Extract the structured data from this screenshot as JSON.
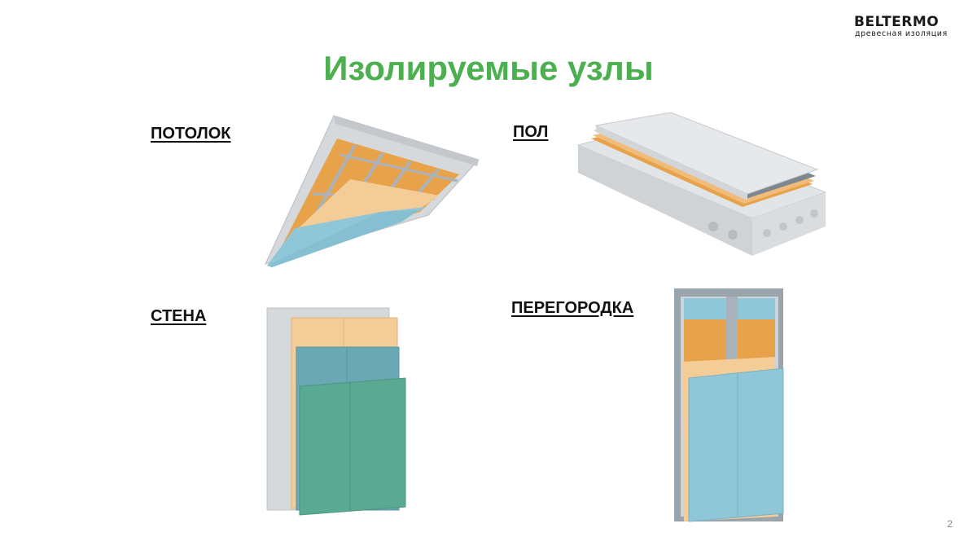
{
  "logo": {
    "name": "BELTERMO",
    "tagline": "древесная изоляция"
  },
  "slide": {
    "title": "Изолируемые узлы",
    "page_number": "2"
  },
  "sections": {
    "ceiling": {
      "label": "ПОТОЛОК"
    },
    "floor": {
      "label": "ПОЛ"
    },
    "wall": {
      "label": "СТЕНА"
    },
    "partition": {
      "label": "ПЕРЕГОРОДКА"
    }
  },
  "colors": {
    "title_green": "#4caf50",
    "concrete": "#d9dcdf",
    "wood_fiber": "#e9a34a",
    "board_tan": "#f4cc98",
    "gypsum_blue": "#8fc6d8",
    "wall_green": "#5aa992",
    "metal": "#aab3bb"
  }
}
